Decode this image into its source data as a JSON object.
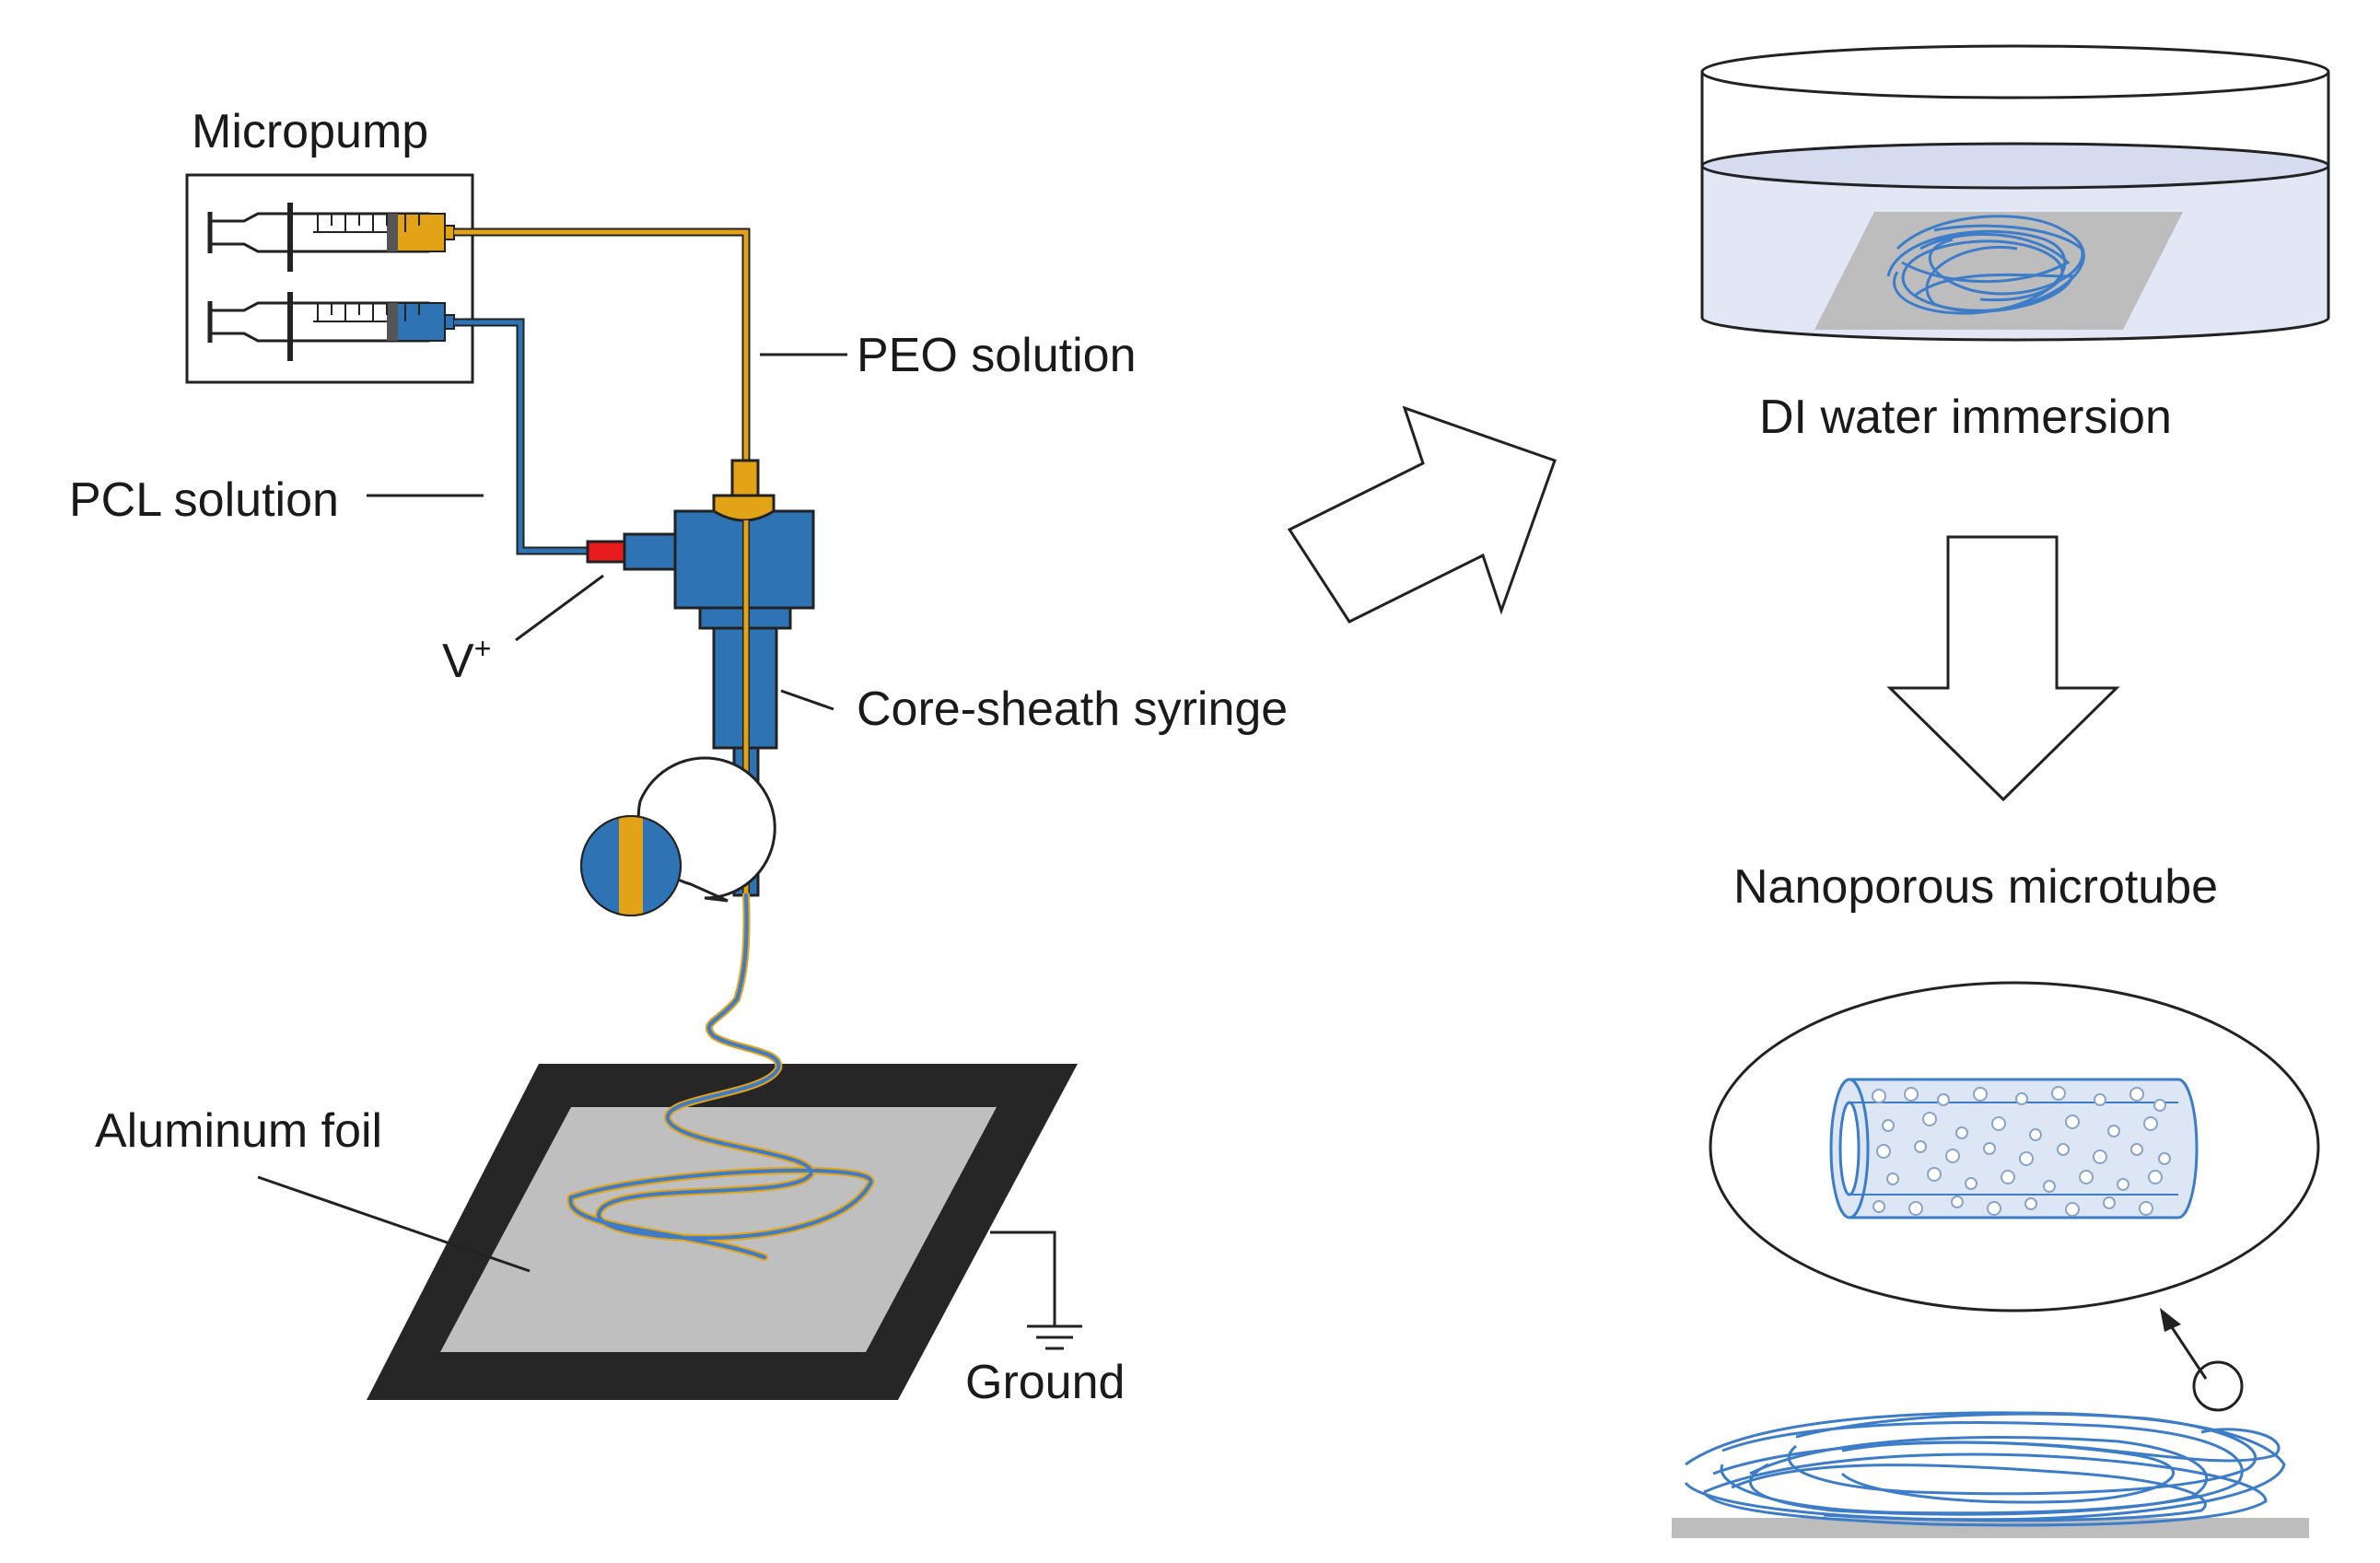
{
  "labels": {
    "micropump": "Micropump",
    "peo_solution": "PEO solution",
    "pcl_solution": "PCL solution",
    "voltage_main": "V",
    "voltage_sup": "+",
    "core_sheath_syringe": "Core-sheath syringe",
    "aluminum_foil": "Aluminum foil",
    "ground": "Ground",
    "di_water_immersion": "DI water immersion",
    "nanoporous_microtube": "Nanoporous microtube"
  },
  "colors": {
    "peo_orange": "#E3A317",
    "pcl_blue": "#2E74B5",
    "electrode_red": "#E81C1C",
    "water_fill": "#E3E7F5",
    "foil_gray": "#BFBFBF",
    "frame_black": "#262626",
    "fiber_blue": "#3D7CC9"
  },
  "icons": {
    "transition_arrow_1": "arrow-up-right-icon",
    "transition_arrow_2": "arrow-down-icon",
    "ground_symbol": "ground-icon"
  }
}
